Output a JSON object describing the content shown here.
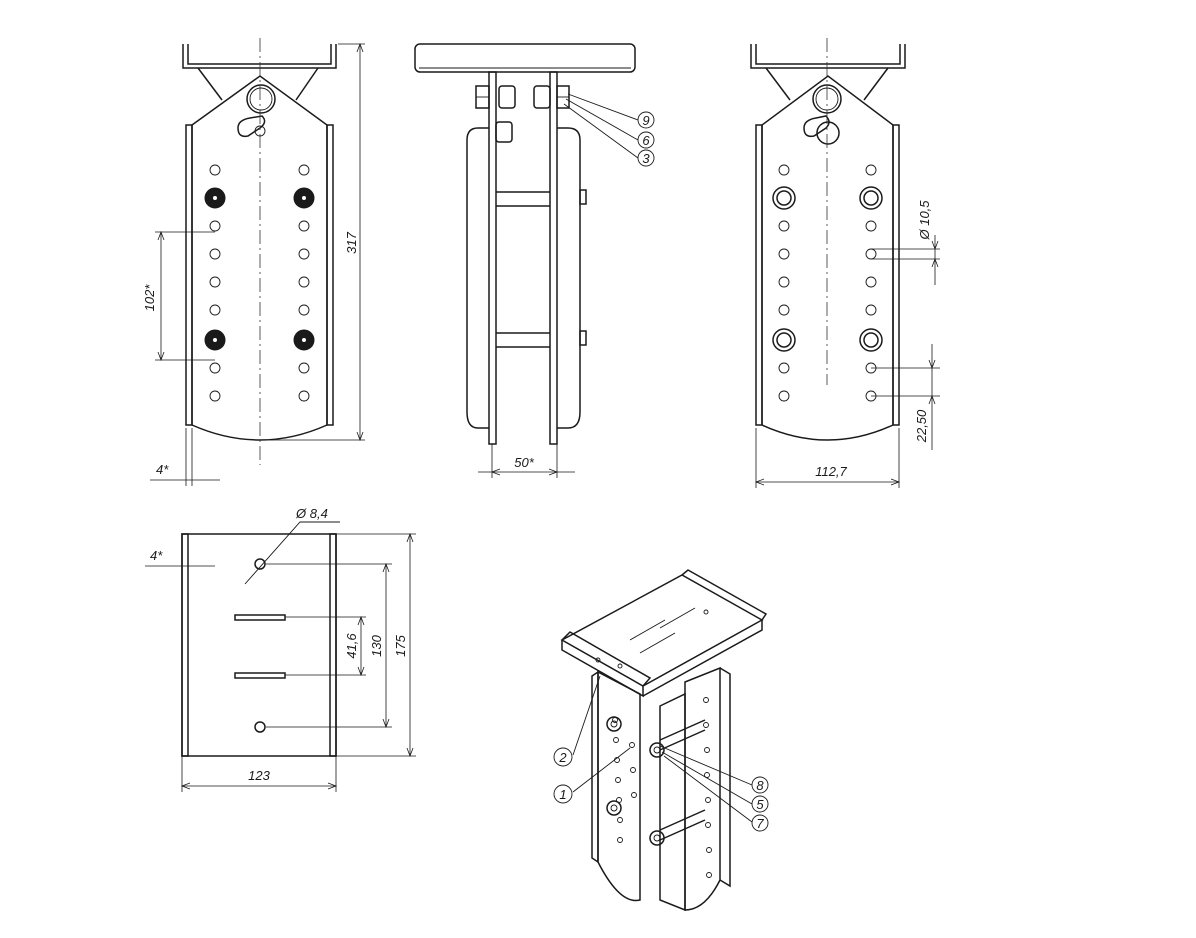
{
  "dimensions": {
    "height_total": "317",
    "hole_spacing": "102*",
    "plate_thickness_front": "4*",
    "inner_width_side": "50*",
    "hole_diameter_back": "Ø 10,5",
    "hole_pitch_back": "22,50",
    "width_back": "112,7",
    "hole_diameter_top": "Ø 8,4",
    "plate_thickness_top": "4*",
    "slot_spacing": "41,6",
    "hole_center_distance": "130",
    "plate_length": "175",
    "plate_width": "123"
  },
  "callouts": {
    "side": [
      "9",
      "6",
      "3"
    ],
    "iso_left": [
      "2",
      "1"
    ],
    "iso_right": [
      "8",
      "5",
      "7"
    ]
  },
  "colors": {
    "line": "#1a1a1a",
    "background": "#ffffff"
  }
}
